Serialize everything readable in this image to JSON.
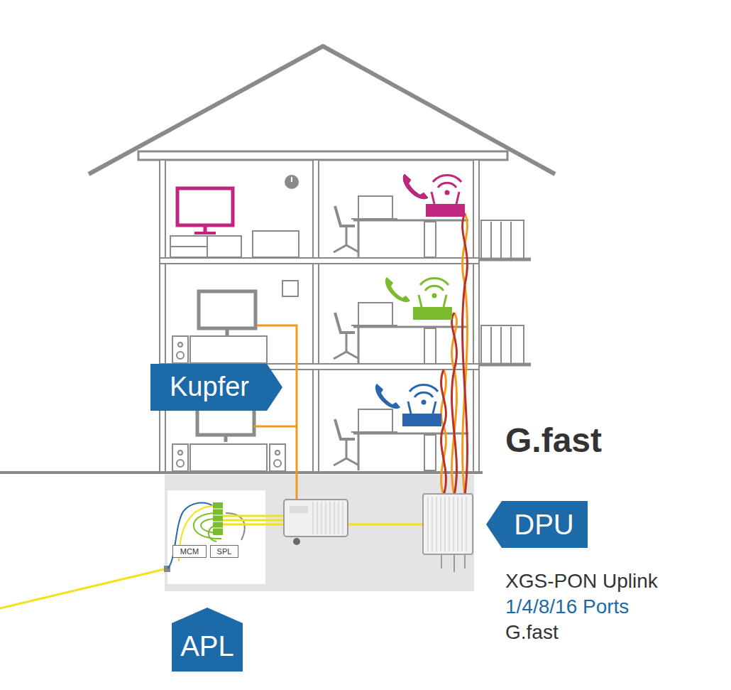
{
  "diagram": {
    "nodes": [
      {
        "text": [
          "Kupfer"
        ]
      },
      {
        "text": [
          "DPU"
        ]
      },
      {
        "text": [
          "APL"
        ]
      },
      {
        "text": [
          "MCM"
        ]
      },
      {
        "text": [
          "SPL"
        ]
      }
    ],
    "labels": [
      "G.fast",
      "XGS-PON Uplink",
      "1/4/8/16 Ports",
      "G.fast"
    ]
  }
}
